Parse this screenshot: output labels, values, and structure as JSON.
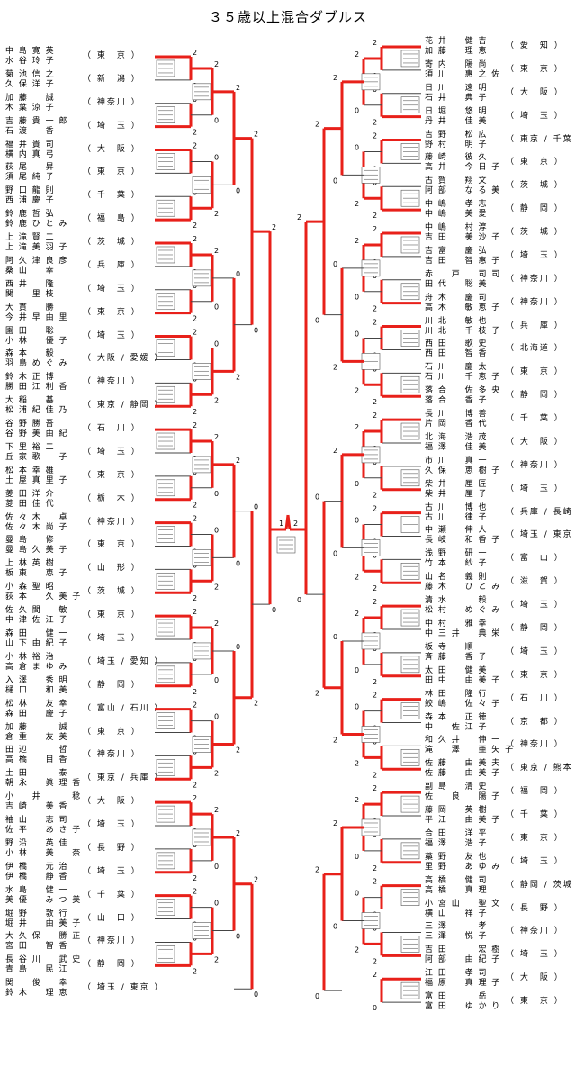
{
  "title": "３５歳以上混合ダブルス",
  "left_entries": [
    {
      "p1": "中 島 寛 英",
      "p2": "水 谷 玲 子",
      "pref": "東　京"
    },
    {
      "p1": "菊 池 信 之",
      "p2": "久 保 洋 子",
      "pref": "新　潟"
    },
    {
      "p1": "加 藤 　 誠",
      "p2": "木 葉 涼 子",
      "pref": "神奈川"
    },
    {
      "p1": "吉 藤 貴 一 郎",
      "p2": "石 渡 　 香",
      "pref": "埼　玉"
    },
    {
      "p1": "福 井 貴 司",
      "p2": "横 内 真 弓",
      "pref": "大　阪"
    },
    {
      "p1": "荻 尾 　 昇",
      "p2": "須 尾 純 子",
      "pref": "東　京"
    },
    {
      "p1": "野 口 龍 則",
      "p2": "西 浦 慶 子",
      "pref": "千　葉"
    },
    {
      "p1": "鈴 鹿 哲 弘",
      "p2": "鈴 鹿 ひ と み",
      "pref": "福　島"
    },
    {
      "p1": "上 滝 賢 二",
      "p2": "上 滝 美 羽 子",
      "pref": "茨　城"
    },
    {
      "p1": "阿 久 津 良 彦",
      "p2": "桑 山 　 幸",
      "pref": "兵　庫"
    },
    {
      "p1": "西 井 　 隆",
      "p2": "関 　 里 枝",
      "pref": "埼　玉"
    },
    {
      "p1": "大 貫 　 勝",
      "p2": "今 井 早 由 里",
      "pref": "東　京"
    },
    {
      "p1": "園 田 　 聡",
      "p2": "小 林 　 優 子",
      "pref": "埼　玉"
    },
    {
      "p1": "森 本 　 毅",
      "p2": "羽 鳥 め ぐ み",
      "pref": "大阪 / 愛媛"
    },
    {
      "p1": "鈴 木 正 博",
      "p2": "勝 田 江 利 香",
      "pref": "神奈川"
    },
    {
      "p1": "大 稲 　 基",
      "p2": "松 浦 紀 佳 乃",
      "pref": "東京 / 静岡"
    },
    {
      "p1": "谷 野 勝 吾",
      "p2": "谷 野 美 由 紀",
      "pref": "石　川"
    },
    {
      "p1": "下 里 裕 二",
      "p2": "丘 家 歌 　 子",
      "pref": "埼　玉"
    },
    {
      "p1": "松 本 幸 雄",
      "p2": "土 屋 真 里 子",
      "pref": "東　京"
    },
    {
      "p1": "菱 田 洋 介",
      "p2": "菱 田 佳 代",
      "pref": "栃　木"
    },
    {
      "p1": "佐 々 木 　 卓",
      "p2": "佐 々 木 尚 子",
      "pref": "神奈川"
    },
    {
      "p1": "曼 島 　 修",
      "p2": "曼 島 久 美 子",
      "pref": "東　京"
    },
    {
      "p1": "上 林 英 樹",
      "p2": "板 東 　 恵 子",
      "pref": "山　形"
    },
    {
      "p1": "小 森 聖 昭",
      "p2": "荻 本 　 久 美 子",
      "pref": "茨　城"
    },
    {
      "p1": "佐 久 間 　 敏",
      "p2": "中 津 佐 江 子",
      "pref": "東　京"
    },
    {
      "p1": "森 田 　 健 一",
      "p2": "山 下 由 紀 子",
      "pref": "埼　玉"
    },
    {
      "p1": "小 林 裕 治",
      "p2": "高 倉 ま ゆ み",
      "pref": "埼玉 / 愛知"
    },
    {
      "p1": "入 澤 　 秀 明",
      "p2": "樋 口 　 和 美",
      "pref": "静　岡"
    },
    {
      "p1": "松 林 　 友 幸",
      "p2": "森 田 　 慶 子",
      "pref": "富山 / 石川"
    },
    {
      "p1": "加 藤 　 　 誠",
      "p2": "倉 重 　 友 美",
      "pref": "東　京"
    },
    {
      "p1": "田 辺 　 　 哲",
      "p2": "高 橋 　 目 香",
      "pref": "神奈川"
    },
    {
      "p1": "土 田 　 　 泰",
      "p2": "朝 永 　 眞 理 香",
      "pref": "東京 / 兵庫"
    },
    {
      "p1": "小 　 井 　 　 稔",
      "p2": "吉 崎 　 美 香",
      "pref": "大　阪"
    },
    {
      "p1": "袖 山 　 志 司",
      "p2": "佐 平 　 あ き 子",
      "pref": "埼　玉"
    },
    {
      "p1": "野 沿 　 英 佳",
      "p2": "小 林 　 美 　 奈",
      "pref": "長　野"
    },
    {
      "p1": "伊 橋 　 元 治",
      "p2": "伊 橋 　 静 香",
      "pref": "埼　玉"
    },
    {
      "p1": "水 島 　 健 一",
      "p2": "美 優 　 み つ 美",
      "pref": "千　葉"
    },
    {
      "p1": "堀 野 　 敦 行",
      "p2": "堀 井 　 由 美 子",
      "pref": "山　口"
    },
    {
      "p1": "大 久 保 　 勝 正",
      "p2": "宮 田 　 智 香",
      "pref": "神奈川"
    },
    {
      "p1": "長 谷 川 　 武 史",
      "p2": "青 島 　 民 江",
      "pref": "静　岡"
    },
    {
      "p1": "関 　 俊 　 幸",
      "p2": "鈴 木 　 理 恵",
      "pref": "埼玉 / 東京"
    }
  ],
  "right_entries": [
    {
      "p1": "花 井 　 健 吉",
      "p2": "加 藤 　 理 恵",
      "pref": "愛　知"
    },
    {
      "p1": "寄 内 　 陽 尚",
      "p2": "須 川 　 惠 之 佐",
      "pref": "東　京"
    },
    {
      "p1": "日 川 　 遠 明",
      "p2": "石 井 　 典 子",
      "pref": "大　阪"
    },
    {
      "p1": "日 堀 　 悠 明",
      "p2": "丹 井 　 佳 美",
      "pref": "埼　玉"
    },
    {
      "p1": "吉 野 　 松 広",
      "p2": "野 村 　 明 子",
      "pref": "東京 / 千葉"
    },
    {
      "p1": "藤 崎 　 彼 久",
      "p2": "高 井 　 今 日 子",
      "pref": "東　京"
    },
    {
      "p1": "古 賀 　 翔 文",
      "p2": "阿 部 　 な る 美",
      "pref": "茨　城"
    },
    {
      "p1": "中 嶋 　 孝 志",
      "p2": "中 嶋 　 美 愛",
      "pref": "静　岡"
    },
    {
      "p1": "中 嶋 　 村 淳",
      "p2": "吉 田 　 美 沙 子",
      "pref": "茨　城"
    },
    {
      "p1": "吉 富 　 慶 弘",
      "p2": "吉 田 　 智 惠 子",
      "pref": "埼　玉"
    },
    {
      "p1": "赤 　 戸 　 司 司",
      "p2": "田 代 　 聡 美",
      "pref": "神奈川"
    },
    {
      "p1": "舟 木 　 慶 司",
      "p2": "高 木 　 敏 恵 子",
      "pref": "神奈川"
    },
    {
      "p1": "川 北 　 敏 也",
      "p2": "川 北 　 千 枝 子",
      "pref": "兵　庫"
    },
    {
      "p1": "西 田 　 歌 史",
      "p2": "西 田 　 智 香",
      "pref": "北海道"
    },
    {
      "p1": "石 川 　 慶 太",
      "p2": "石 川 　 千 恵 子",
      "pref": "東　京"
    },
    {
      "p1": "落 合 　 佐 多 央",
      "p2": "落 合 　 香 子",
      "pref": "静　岡"
    },
    {
      "p1": "長 川 　 博 善",
      "p2": "片 岡 　 香 代",
      "pref": "千　葉"
    },
    {
      "p1": "北 海 　 浩 茂",
      "p2": "福 澤 　 佳 美",
      "pref": "大　阪"
    },
    {
      "p1": "市 川 　 真 一",
      "p2": "久 保 　 恵 樹 子",
      "pref": "神奈川"
    },
    {
      "p1": "柴 井 　 厘 匠",
      "p2": "柴 井 　 厘 子",
      "pref": "埼　玉"
    },
    {
      "p1": "古 川 　 博 也",
      "p2": "古 川 　 律 子",
      "pref": "兵庫 / 長崎"
    },
    {
      "p1": "中 瀬 　 伸 人",
      "p2": "長 岐 　 和 香 子",
      "pref": "埼玉 / 東京"
    },
    {
      "p1": "浅 野 　 研 一",
      "p2": "竹 本 　 紗 子",
      "pref": "富　山"
    },
    {
      "p1": "山 名 　 義 則",
      "p2": "藤 木 　 ひ と み",
      "pref": "滋　賀"
    },
    {
      "p1": "清 水 　 　 毅",
      "p2": "松 村 　 め ぐ み",
      "pref": "埼　玉"
    },
    {
      "p1": "中 村 　 雅 幸",
      "p2": "中 三 井 　 典 栄",
      "pref": "静　岡"
    },
    {
      "p1": "板 寺 　 順 一",
      "p2": "斉 藤 　 香 子",
      "pref": "埼　玉"
    },
    {
      "p1": "太 田 　 健 美",
      "p2": "田 中 　 由 美 子",
      "pref": "東　京"
    },
    {
      "p1": "林 田 　 隆 行",
      "p2": "鮫 嶋 　 佐 々 子",
      "pref": "石　川"
    },
    {
      "p1": "森 本 　 正 徳",
      "p2": "中 　 佐 江 子",
      "pref": "京　都"
    },
    {
      "p1": "和 久 井 　 伸 一",
      "p2": "滝 　 澤 　 亜 矢 子",
      "pref": "神奈川"
    },
    {
      "p1": "佐 藤 　 由 美 夫",
      "p2": "佐 藤 　 由 美 子",
      "pref": "東京 / 熊本"
    },
    {
      "p1": "副 島 　 清 史",
      "p2": "佐 　 良 　 陽 子",
      "pref": "福　岡"
    },
    {
      "p1": "藤 岡 　 英 樹",
      "p2": "平 江 　 由 美 子",
      "pref": "千　葉"
    },
    {
      "p1": "合 田 　 洋 平",
      "p2": "福 澤 　 浩 子",
      "pref": "東　京"
    },
    {
      "p1": "藁 野 　 友 也",
      "p2": "里 野 　 あ ゆ み",
      "pref": "埼　玉"
    },
    {
      "p1": "高 橋 　 健 司",
      "p2": "高 橋 　 真 理",
      "pref": "静岡 / 茨城"
    },
    {
      "p1": "小 宮 山 　 聖 文",
      "p2": "横 山 　 祥 子",
      "pref": "長　野"
    },
    {
      "p1": "三 澤 　 　 孝",
      "p2": "三 澤 　 悦 子",
      "pref": "神奈川"
    },
    {
      "p1": "吉 田 　 　 宏 樹",
      "p2": "阿 部 　 由 紀 子",
      "pref": "埼　玉"
    },
    {
      "p1": "江 田 　 孝 司",
      "p2": "福 原 　 真 理 子",
      "pref": "大　阪"
    },
    {
      "p1": "富 田 　 　 岳",
      "p2": "富 田 　 ゆ か り",
      "pref": "東　京"
    }
  ],
  "final_scores": [
    "1",
    "2"
  ]
}
